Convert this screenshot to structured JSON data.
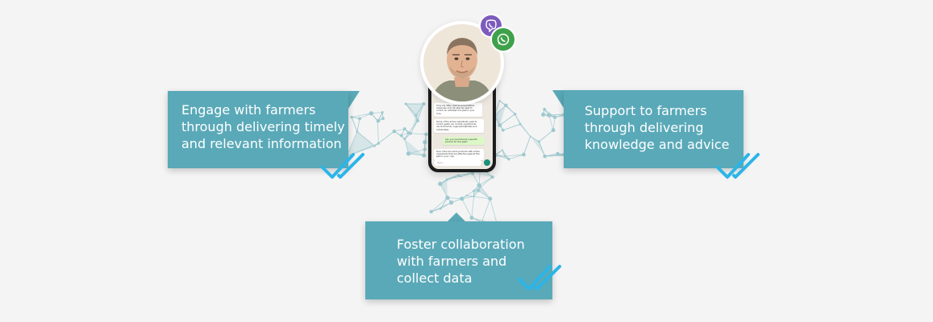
{
  "callouts": {
    "left": {
      "line1": "Engage with farmers",
      "line2": "through delivering timely",
      "line3": "and relevant information"
    },
    "right": {
      "line1": "Support to farmers",
      "line2": "through delivering",
      "line3": "knowledge and advice"
    },
    "bottom": {
      "line1": "Foster collaboration",
      "line2": "with farmers and",
      "line3": "collect data"
    }
  },
  "phone": {
    "messages": [
      "They are often used as preventative measures, but can also be used to control an outbreak of a pest in your crop.",
      "Some of the active ingredients used to control pests can include: pyrethroids, neonicotinoids, organophosphates and carbamates.",
      "Can you recommend a specific product for this pest?",
      "Sure. Here are some products with active ingredients that are effective against this pest in your crop."
    ],
    "input_placeholder": "Type ..."
  },
  "icons": {
    "viber": "viber-icon",
    "whatsapp": "whatsapp-icon",
    "checkmark": "double-check-icon"
  },
  "colors": {
    "card": "#5aa9b8",
    "check": "#2bb5e8",
    "network": "#9fc9cf",
    "background": "#f4f4f4"
  }
}
